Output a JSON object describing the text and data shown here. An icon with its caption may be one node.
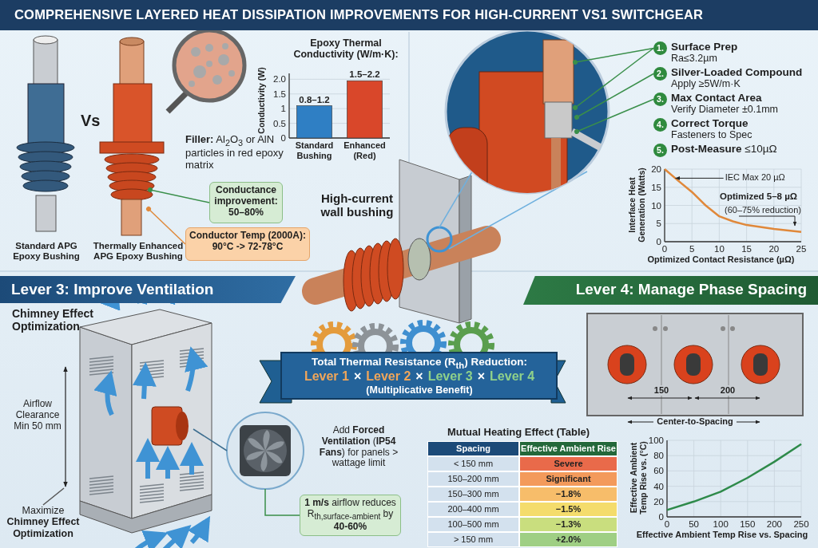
{
  "diagram": {
    "title": "COMPREHENSIVE LAYERED HEAT DISSIPATION IMPROVEMENTS FOR HIGH-CURRENT VS1 SWITCHGEAR",
    "nodes": [
      {
        "text": [
          "Conductance improvement: 50–80%"
        ]
      },
      {
        "text": [
          "Conductor Temp (2000A): 90°C -> 72-78°C"
        ]
      },
      {
        "text": [
          "1."
        ],
        "beside": [
          "Surface Prep",
          "Ra≤3.2µm"
        ]
      },
      {
        "text": [
          "2."
        ],
        "beside": [
          "Silver-Loaded Compound",
          "Apply ≥5W/m·K"
        ]
      },
      {
        "text": [
          "3."
        ],
        "beside": [
          "Max Contact Area",
          "Verify Diameter ±0.1mm"
        ]
      },
      {
        "text": [
          "4."
        ],
        "beside": [
          "Correct Torque",
          "Fasteners to Spec"
        ]
      },
      {
        "text": [
          "5."
        ],
        "beside": [
          "**Post-Measure** ≤10µΩ"
        ]
      },
      {
        "text": [
          "Maximize **Chimney Effect Optimization**"
        ]
      },
      {
        "text": [],
        "shape": "picture"
      },
      {
        "text": [
          "**1 m/s** airflow reduces R$_{th,surface-ambient}$ by **40-60%**"
        ]
      }
    ],
    "edges": [
      {
        "from": 0,
        "to": null,
        "arrow": "other"
      },
      {
        "from": 1,
        "to": null,
        "arrow": "other",
        "color": "#e08a3c"
      },
      {
        "from": 2,
        "to": null,
        "arrow": "other"
      },
      {
        "from": 2,
        "to": null,
        "arrow": "other"
      },
      {
        "from": 3,
        "to": null,
        "arrow": "other"
      },
      {
        "from": 4,
        "to": null,
        "arrow": "other"
      },
      {
        "from": 7,
        "to": null,
        "arrow": "none",
        "color": "#555555"
      },
      {
        "from": 8,
        "to": null,
        "arrow": "none",
        "color": "#3d6e8f"
      },
      {
        "from": 8,
        "to": 9,
        "arrow": "none"
      }
    ],
    "labels": [
      "Vs",
      "Standard APG Epoxy Bushing",
      "Thermally Enhanced APG Epoxy Bushing",
      "**Filler:** Al$_{2}$O$_{3}$ or AlN particles in red epoxy matrix",
      "High-current wall bushing",
      "Lever 3: Improve Ventilation",
      "Chimney Effect Optimization",
      "Airflow Clearance Min 50 mm",
      "Total Thermal Resistance (R$_{th}$) Reduction:",
      "Lever 1",
      "×",
      "Lever 2",
      "×",
      "Lever 3",
      "×",
      "Lever 4",
      "(Multiplicative Benefit)",
      "Add **Forced Ventilation** (**IP54 Fans**) for panels > wattage limit",
      "Lever 4: Manage Phase Spacing",
      "150",
      "200",
      "Center-to-Spacing",
      "Mutual Heating Effect (Table)",
      "Spacing",
      "Effective Ambient Rise",
      "< 150 mm",
      "Severe",
      "150–200 mm",
      "Significant",
      "150–300 mm",
      "−1.8%",
      "200–400 mm",
      "−1.5%",
      "100–500 mm",
      "−1.3%",
      "> 150 mm",
      "+2.0%"
    ],
    "chart_data": [
      {
        "type": "bar",
        "title": "Epoxy Thermal Conductivity (W/m·K):",
        "ylabel": "Conductivity (W)",
        "categories": [
          "Standard Bushing",
          "Enhanced (Red)"
        ],
        "series": [
          {
            "name": null,
            "color": "#2f7fc4",
            "values": [
              1.1,
              null
            ]
          },
          {
            "name": null,
            "color": "#d9472a",
            "values": [
              null,
              1.95
            ]
          }
        ],
        "grid": true,
        "ylim": [
          0,
          2.2
        ],
        "yticks": [
          0,
          0.5,
          1.0,
          1.5,
          {
            "value": 2,
            "label": "2.0"
          }
        ],
        "value_labels": [
          "0.8–1.2",
          "1.5–2.2"
        ]
      },
      {
        "type": "line",
        "xlabel": "Optimized Contact Resistance (µΩ)",
        "ylabel": "Interface Heat Generation (Watts)",
        "x": [
          0,
          2.5,
          5,
          7.5,
          10,
          12.5,
          15,
          20,
          25
        ],
        "series": [
          {
            "name": null,
            "color": "#e0883a",
            "values": [
              20,
              16.8,
              13.7,
              10,
              7,
              5.6,
              4.6,
              3.5,
              2.7
            ]
          }
        ],
        "grid": true,
        "xlim": [
          0,
          25
        ],
        "ylim": [
          0,
          20
        ],
        "xticks": [
          0,
          5,
          10,
          15,
          20,
          25
        ],
        "yticks": [
          0,
          5,
          10,
          15,
          20
        ],
        "annotations": [
          {
            "text": "IEC Max 20 µΩ",
            "x": 2,
            "y": 17.5
          },
          "Optimized 5–8 µΩ",
          "(60–75% reduction)"
        ]
      },
      {
        "type": "line",
        "xlabel": "Effective Ambient Temp Rise vs. Spacing",
        "ylabel": "Effective Ambient Temp Rise vs. (°C)",
        "x": [
          0,
          50,
          100,
          150,
          200,
          250
        ],
        "series": [
          {
            "name": null,
            "color": "#2e8a4a",
            "values": [
              9,
              20,
              33,
              51,
              72,
              95
            ]
          }
        ],
        "grid": true,
        "xlim": [
          0,
          250
        ],
        "ylim": [
          0,
          100
        ],
        "xticks": [
          0,
          50,
          100,
          150,
          200,
          250
        ],
        "yticks": [
          0,
          20,
          40,
          60,
          80,
          100
        ]
      }
    ]
  }
}
